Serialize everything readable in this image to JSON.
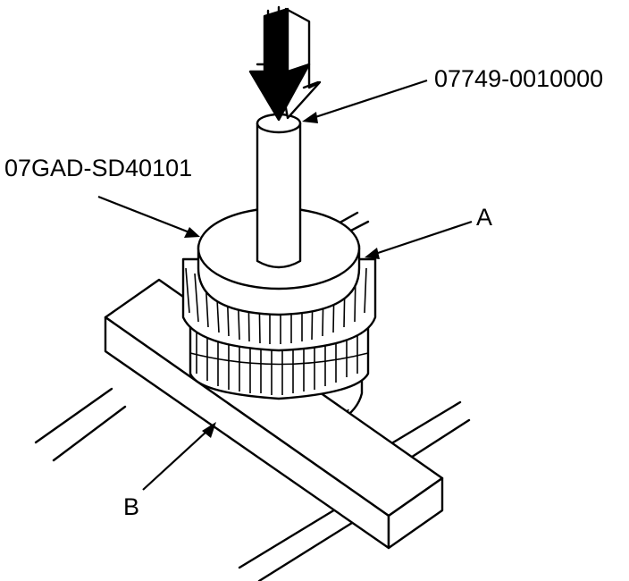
{
  "diagram": {
    "callouts": {
      "tool_top": "07749-0010000",
      "tool_left": "07GAD-SD40101",
      "part_a": "A",
      "part_b": "B"
    },
    "colors": {
      "line": "#000000",
      "fill": "#ffffff"
    },
    "force_arrow_icon": "down-arrow-icon"
  }
}
